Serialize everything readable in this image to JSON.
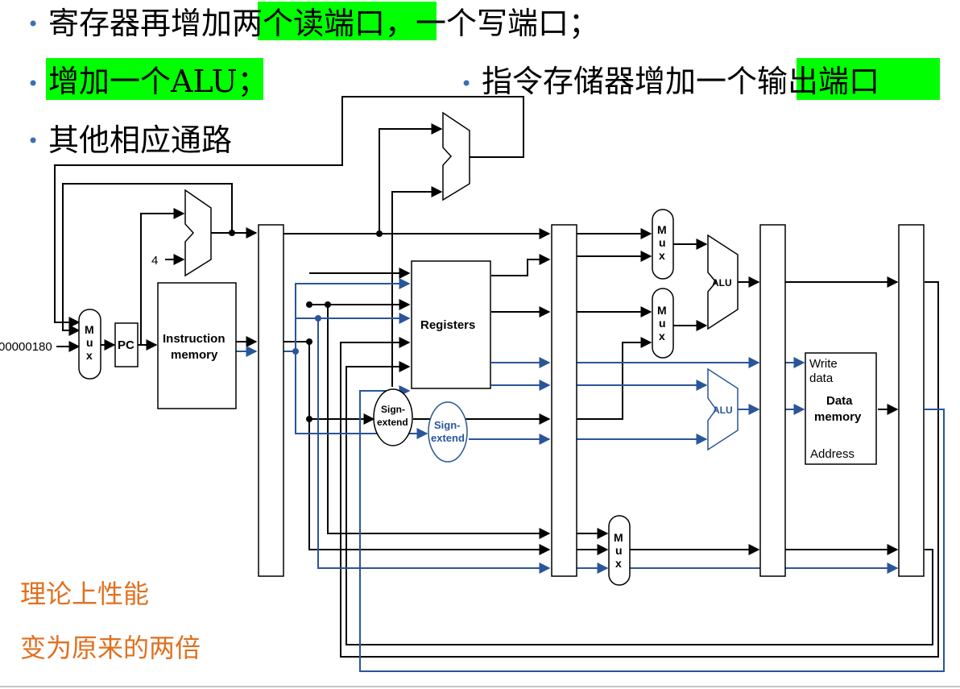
{
  "bullets": [
    {
      "prefix": "寄存器再增加",
      "highlight": "两个读端口",
      "suffix": "，一个写端口；"
    },
    {
      "prefix": "",
      "highlight": "增加一个ALU",
      "suffix": "；"
    },
    {
      "prefix": "指令存储器增加一个",
      "highlight": "输出端口",
      "suffix": ""
    },
    {
      "prefix": "其他相应通路",
      "highlight": "",
      "suffix": ""
    }
  ],
  "bullet_glyph": "•",
  "labels": {
    "pc_const": "4",
    "pc_input": "00000180",
    "mux_m": "M",
    "mux_u": "u",
    "mux_x": "x",
    "pc": "PC",
    "imem_line1": "Instruction",
    "imem_line2": "memory",
    "registers": "Registers",
    "sign1": "Sign-",
    "sign2": "extend",
    "alu": "ALU",
    "dmem_write1": "Write",
    "dmem_write2": "data",
    "dmem_title1": "Data",
    "dmem_title2": "memory",
    "dmem_address": "Address"
  },
  "notes": [
    "理论上性能",
    "变为原来的两倍"
  ],
  "colors": {
    "highlight": "#00ff00",
    "extra_path": "#2a5599",
    "note": "#e07020",
    "bullet": "#3a6fb7"
  }
}
